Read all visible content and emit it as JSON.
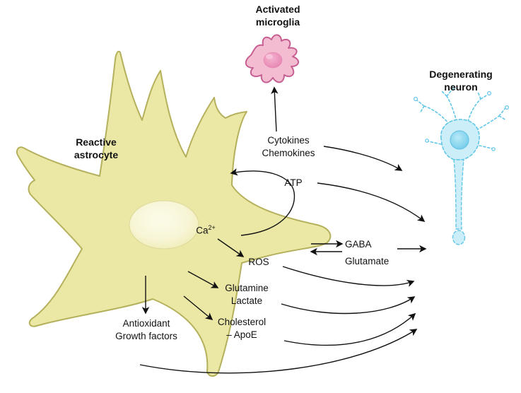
{
  "figure": {
    "type": "biology-signaling-diagram",
    "background": "#ffffff"
  },
  "labels": {
    "activated_microglia": "Activated\nmicroglia",
    "degenerating_neuron": "Degenerating\nneuron",
    "reactive_astrocyte": "Reactive\nastrocyte",
    "cytokines_chemokines": "Cytokines\nChemokines",
    "atp": "ATP",
    "calcium_base": "Ca",
    "calcium_sup": "2+",
    "gaba": "GABA",
    "glutamate": "Glutamate",
    "ros": "ROS",
    "glutamine_lactate": "Glutamine\nLactate",
    "cholesterol_apoe": "Cholesterol\n– ApoE",
    "antioxidant_growth_factors": "Antioxidant\nGrowth factors"
  },
  "colors": {
    "astrocyte_fill": "#ebe8a6",
    "astrocyte_stroke": "#b5b05c",
    "astrocyte_nucleus": "#f8f6d8",
    "microglia_fill": "#f3bcd1",
    "microglia_stroke": "#c65f92",
    "microglia_nucleus": "#e57fae",
    "neuron_fill": "#cceef9",
    "neuron_stroke": "#62c6e6",
    "neuron_nucleus": "#6cc9e9",
    "arrow": "#111111"
  },
  "relations": [
    {
      "from": "astrocyte",
      "via": "Cytokines/Chemokines",
      "to": "microglia"
    },
    {
      "from": "astrocyte",
      "via": "Cytokines/Chemokines",
      "to": "neuron"
    },
    {
      "from": "astrocyte",
      "via": "ATP",
      "to": "neuron"
    },
    {
      "from": "astrocyte",
      "via": "GABA/Glutamate",
      "to": "neuron",
      "bidirectional": true
    },
    {
      "from": "astrocyte",
      "via": "Ca2+",
      "to": "ROS"
    },
    {
      "from": "astrocyte",
      "via": "ROS / Glutamine / Lactate / Cholesterol-ApoE / Antioxidant-Growth factors",
      "to": "neuron"
    }
  ]
}
